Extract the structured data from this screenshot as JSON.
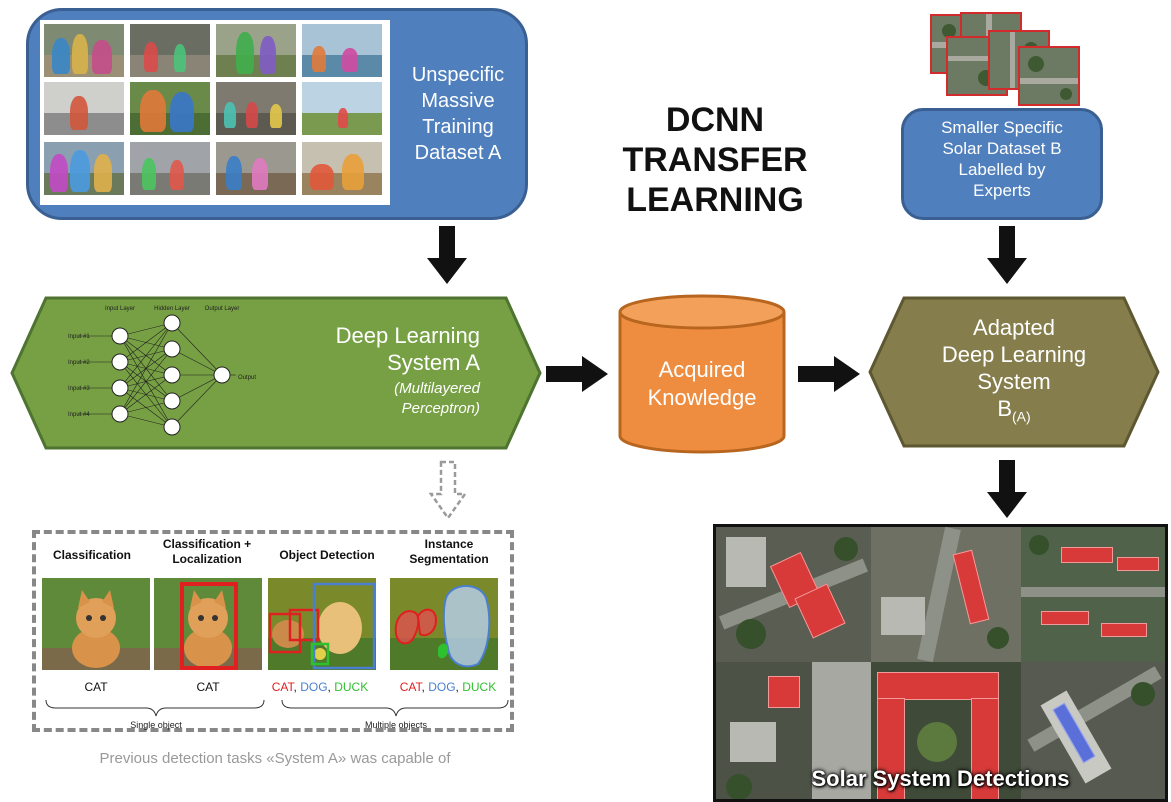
{
  "datasetA": {
    "label_lines": [
      "Unspecific",
      "Massive",
      "Training",
      "Dataset A"
    ]
  },
  "title": {
    "lines": [
      "DCNN",
      "TRANSFER",
      "LEARNING"
    ]
  },
  "datasetB": {
    "label_lines": [
      "Smaller Specific",
      "Solar Dataset B",
      "Labelled by",
      "Experts"
    ]
  },
  "systemA": {
    "title_lines": [
      "Deep Learning",
      "System A"
    ],
    "subtitle_lines": [
      "(Multilayered",
      "Perceptron)"
    ],
    "network": {
      "layer_labels": [
        "Input Layer",
        "Hidden Layer",
        "Output Layer"
      ],
      "inputs": [
        "Input #1",
        "Input #2",
        "Input #3",
        "Input #4"
      ],
      "output": "Output"
    }
  },
  "knowledge": {
    "label_lines": [
      "Acquired",
      "Knowledge"
    ]
  },
  "systemB": {
    "label_lines": [
      "Adapted",
      "Deep Learning",
      "System"
    ],
    "symbol": "B",
    "subscript": "(A)"
  },
  "tasks": {
    "titles": [
      "Classification",
      "Classification + Localization",
      "Object Detection",
      "Instance Segmentation"
    ],
    "labels": [
      "CAT",
      "CAT"
    ],
    "multi_labels": [
      "CAT",
      "DOG",
      "DUCK"
    ],
    "groups": [
      "Single object",
      "Multiple objects"
    ],
    "caption": "Previous detection tasks «System A» was capable of"
  },
  "detections": {
    "label": "Solar System Detections"
  },
  "colors": {
    "dataset_blue": "#4f7fbd",
    "systemA_green": "#76a043",
    "knowledge_orange": "#ee8d3f",
    "systemB_olive": "#857d4b",
    "detection_red": "#d83a3a",
    "task_red": "#e02020",
    "task_blue": "#4a7fd0",
    "task_green": "#2fc02f"
  }
}
